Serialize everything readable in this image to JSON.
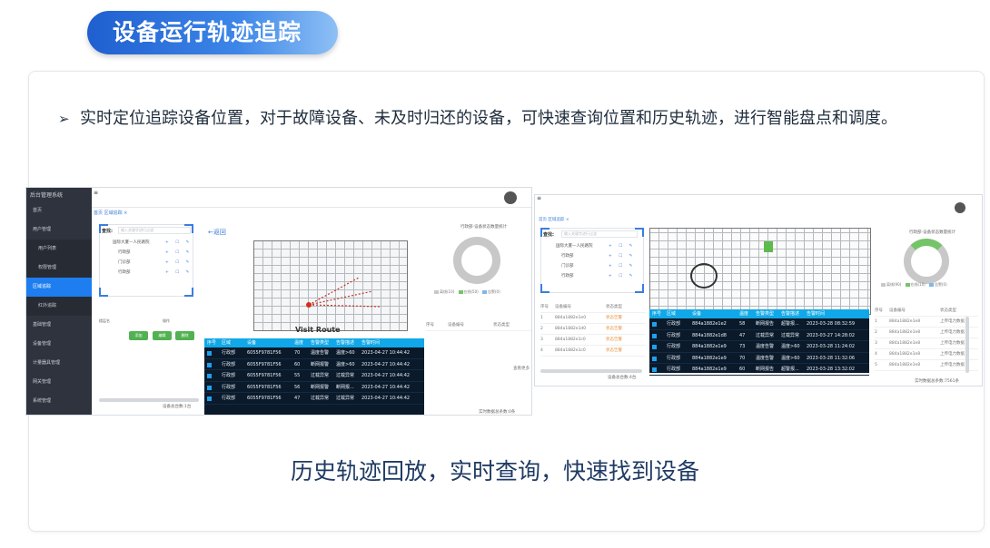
{
  "header": {
    "title": "设备运行轨迹追踪"
  },
  "bullet": {
    "arrow": "➢",
    "text": "实时定位追踪设备位置，对于故障设备、未及时归还的设备，可快速查询位置和历史轨迹，进行智能盘点和调度。"
  },
  "caption": "历史轨迹回放，实时查询，快速找到设备",
  "colors": {
    "accent": "#1e7ef0",
    "table_header": "#10a8e8",
    "table_bg": "#0b1a2a",
    "green": "#52b152"
  },
  "screen1": {
    "brand": "后台管理系统",
    "sidebar": [
      {
        "label": "首页",
        "type": "item"
      },
      {
        "label": "用户管理",
        "type": "item"
      },
      {
        "label": "用户列表",
        "type": "sub"
      },
      {
        "label": "权限管理",
        "type": "sub"
      },
      {
        "label": "区域追踪",
        "type": "active"
      },
      {
        "label": "红外追踪",
        "type": "sub"
      },
      {
        "label": "基础管理",
        "type": "item"
      },
      {
        "label": "设备管理",
        "type": "item"
      },
      {
        "label": "计量器具管理",
        "type": "item"
      },
      {
        "label": "网关管理",
        "type": "item"
      },
      {
        "label": "系统管理",
        "type": "item"
      }
    ],
    "tabs": "首页  区域追踪 ×",
    "search_label": "查找:",
    "search_placeholder": "输入关键字进行过滤",
    "back_link": "←返回",
    "tree": [
      "国际大厦—人民路院",
      "行政部",
      "门诊部",
      "行政部"
    ],
    "form_labels": [
      "楼层名",
      "操作"
    ],
    "buttons": [
      "添加",
      "编辑",
      "删除"
    ],
    "route_title": "Visit Route",
    "stats_title": "行政部-设备状态数量统计",
    "legend": [
      "离线(10)",
      "在线(50)",
      "告警(0)"
    ],
    "table_headers": [
      "序号",
      "区域",
      "设备",
      "温度",
      "告警类型",
      "告警描述",
      "告警时间"
    ],
    "rows": [
      [
        "",
        "行政部",
        "6055F9781F56",
        "70",
        "温度告警",
        "温度>60",
        "2023-04-27 10:44:42"
      ],
      [
        "",
        "行政部",
        "6055F9781F56",
        "60",
        "断网报警",
        "温度>60",
        "2023-04-27 10:44:42"
      ],
      [
        "",
        "行政部",
        "6055F9781F56",
        "55",
        "过载异常",
        "过载异常",
        "2023-04-27 10:44:42"
      ],
      [
        "",
        "行政部",
        "6055F9781F56",
        "56",
        "断网报警",
        "断网报...",
        "2023-04-27 10:44:42"
      ],
      [
        "",
        "行政部",
        "6055F9781F56",
        "47",
        "过载异常",
        "过载异常",
        "2023-04-27 10:44:42"
      ]
    ],
    "right_headers": [
      "序号",
      "设备编号",
      "状态类型"
    ],
    "right_more": "查看更多",
    "footer_left": "设备总台数:1台",
    "footer_right": "实时数据总条数:0条"
  },
  "screen2": {
    "tabs": "首页  区域追踪 ×",
    "search_label": "查找:",
    "search_placeholder": "输入关键字进行过滤",
    "tree": [
      "国际大厦—人民路院",
      "行政部",
      "门诊部",
      "行政部"
    ],
    "stats_title": "行政部-设备状态数量统计",
    "legend": [
      "离线(90)",
      "在线(10)",
      "告警(0)"
    ],
    "left_headers": [
      "序号",
      "设备编号",
      "状态类型"
    ],
    "left_rows": [
      [
        "1",
        "884a1882e1e0",
        "状态告警"
      ],
      [
        "2",
        "884a1882e1d0",
        "状态告警"
      ],
      [
        "3",
        "884a1882e1c0",
        "状态告警"
      ],
      [
        "4",
        "884a1882e1c0",
        "状态告警"
      ]
    ],
    "table_headers": [
      "序号",
      "区域",
      "设备",
      "温度",
      "告警类型",
      "告警描述",
      "告警时间"
    ],
    "rows": [
      [
        "",
        "行政部",
        "884a1882e1e2",
        "58",
        "断网报告",
        "超警报...",
        "2023-03-28 08:32:59"
      ],
      [
        "",
        "行政部",
        "884a1882e1d8",
        "47",
        "过载异常",
        "过载异常",
        "2023-03-27 14:28:02"
      ],
      [
        "",
        "行政部",
        "884a1882e1e9",
        "73",
        "温度告警",
        "温度>60",
        "2023-03-28 11:24:02"
      ],
      [
        "",
        "行政部",
        "884a1882e1e9",
        "70",
        "温度告警",
        "温度>60",
        "2023-03-28 11:32:06"
      ],
      [
        "",
        "行政部",
        "884a1882e1e9",
        "60",
        "断网报告",
        "超警报...",
        "2023-03-28 13:32:02"
      ]
    ],
    "right_headers": [
      "序号",
      "设备编号",
      "状态类型"
    ],
    "right_rows": [
      [
        "1",
        "884a1882e1e8",
        "上传电力数据"
      ],
      [
        "2",
        "884a1882e1e8",
        "上传电力数据"
      ],
      [
        "3",
        "884a1882e1e8",
        "上传电力数据"
      ],
      [
        "4",
        "884a1882e1e8",
        "上传电力数据"
      ],
      [
        "5",
        "884a1882e1e8",
        "上传电力数据"
      ]
    ],
    "footer_left": "设备总台数:4台",
    "footer_right": "实时数据总条数:7561条"
  }
}
